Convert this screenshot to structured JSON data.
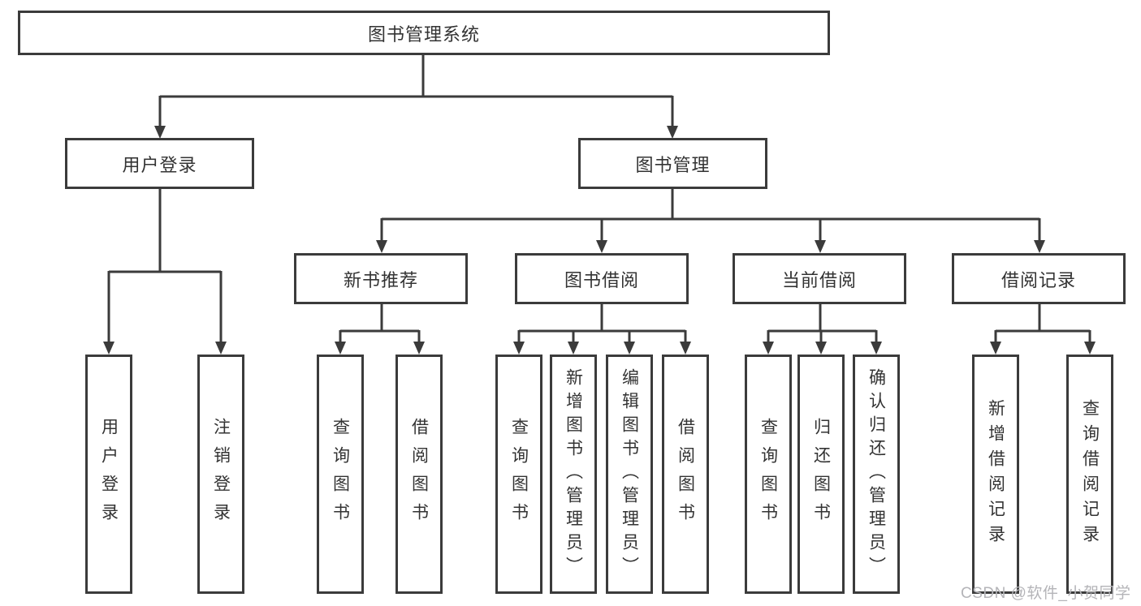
{
  "watermark": "CSDN @软件_小贺同学",
  "colors": {
    "line": "#3b3b3b",
    "border": "#3b3b3b",
    "text": "#333333",
    "background": "#ffffff",
    "watermark": "#b4b4b8"
  },
  "nodes": {
    "root": "图书管理系统",
    "user_login": "用户登录",
    "book_management": "图书管理",
    "login": "用户登录",
    "logout": "注销登录",
    "new_book_recommend": "新书推荐",
    "book_borrow": "图书借阅",
    "current_borrow": "当前借阅",
    "borrow_record": "借阅记录",
    "query_book_1": "查询图书",
    "borrow_book_1": "借阅图书",
    "query_book_2": "查询图书",
    "add_book_admin": "新增图书（管理员）",
    "edit_book_admin": "编辑图书（管理员）",
    "borrow_book_2": "借阅图书",
    "query_book_3": "查询图书",
    "return_book": "归还图书",
    "confirm_return_admin": "确认归还（管理员）",
    "add_borrow_record": "新增借阅记录",
    "query_borrow_record": "查询借阅记录"
  },
  "hierarchy": {
    "图书管理系统": {
      "用户登录": [
        "用户登录",
        "注销登录"
      ],
      "图书管理": {
        "新书推荐": [
          "查询图书",
          "借阅图书"
        ],
        "图书借阅": [
          "查询图书",
          "新增图书（管理员）",
          "编辑图书（管理员）",
          "借阅图书"
        ],
        "当前借阅": [
          "查询图书",
          "归还图书",
          "确认归还（管理员）"
        ],
        "借阅记录": [
          "新增借阅记录",
          "查询借阅记录"
        ]
      }
    }
  }
}
